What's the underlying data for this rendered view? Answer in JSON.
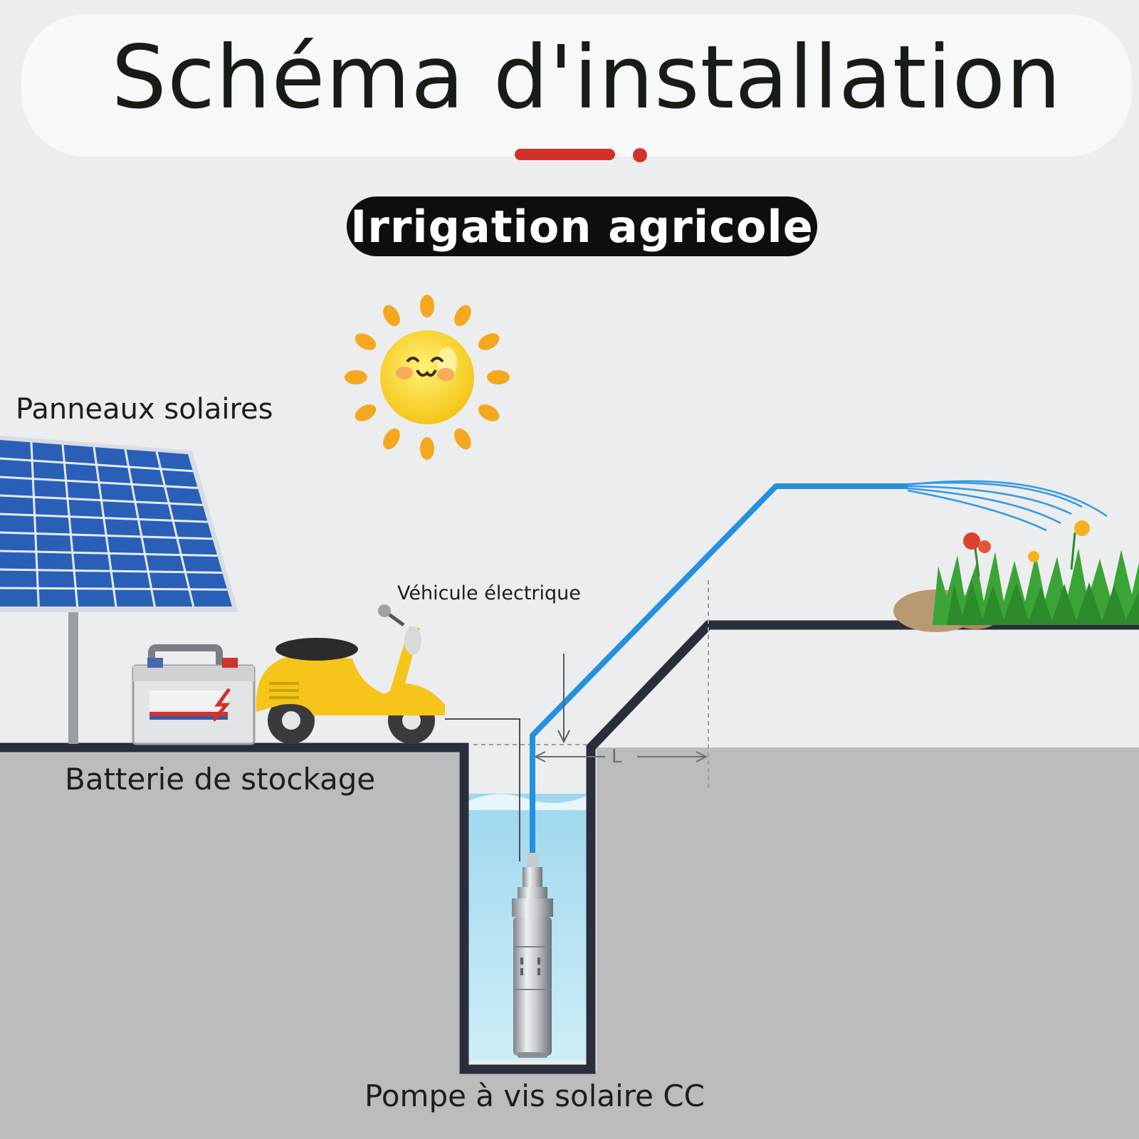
{
  "title": "Schéma d'installation",
  "subtitle": "Irrigation agricole",
  "labels": {
    "solar_panels": "Panneaux solaires",
    "electric_vehicle": "Véhicule électrique",
    "storage_battery": "Batterie de stockage",
    "pump": "Pompe à vis solaire CC",
    "distance": "L"
  },
  "colors": {
    "accent_red": "#d3302a",
    "pipe_blue": "#2391de",
    "water": "#bfe6f3",
    "ground": "#bcbcbe",
    "sky": "#ecedef",
    "panel_blue": "#2a5fb8",
    "sun": "#f5d01e",
    "sun_rays": "#f5a81e",
    "scooter": "#f5c51a",
    "grass": "#3aa536",
    "outline": "#2a2d3a"
  },
  "icons": [
    "sun-icon",
    "solar-panel-icon",
    "battery-icon",
    "scooter-icon",
    "pump-icon",
    "grass-icon",
    "flower-icon"
  ]
}
